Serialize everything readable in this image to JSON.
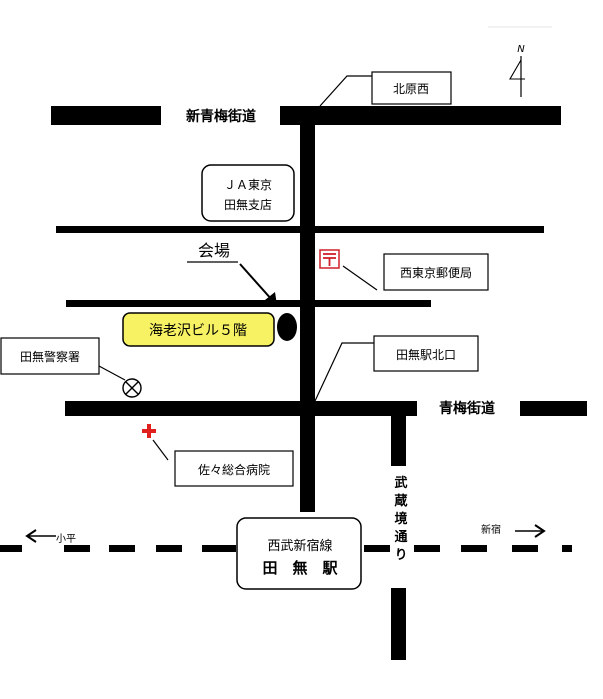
{
  "roads": {
    "shin_ome_kaido": "新青梅街道",
    "ome_kaido": "青梅街道",
    "musashi_sakai_dori": "武蔵境通り"
  },
  "places": {
    "kitaharanishi": "北原西",
    "ja_line1": "ＪＡ東京",
    "ja_line2": "田無支店",
    "venue_label": "会場",
    "venue_building": "海老沢ビル５階",
    "post_office": "西東京郵便局",
    "north_exit": "田無駅北口",
    "police": "田無警察署",
    "hospital": "佐々総合病院",
    "station_line": "西武新宿線",
    "station_name": "田　無　駅"
  },
  "directions": {
    "west": "小平",
    "east": "新宿",
    "north_mark": "N"
  },
  "symbols": {
    "post_office_icon": "〒",
    "hospital_icon": "+"
  },
  "colors": {
    "venue_fill": "#f7f263",
    "post_office_red": "#d0202a",
    "hospital_red": "#e0201c"
  }
}
